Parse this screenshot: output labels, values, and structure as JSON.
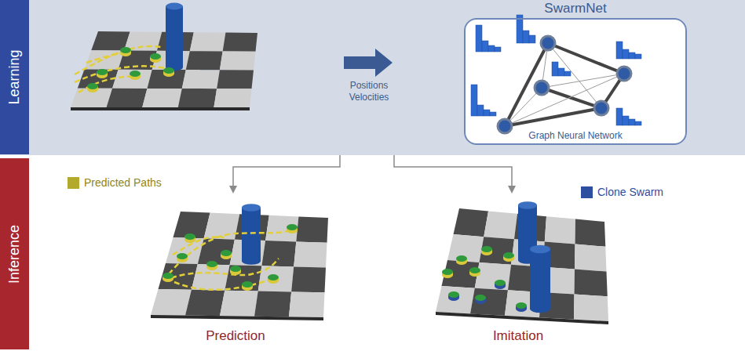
{
  "diagram": {
    "nodes": [
      {
        "text": [
          "Learning"
        ]
      },
      {
        "text": [
          "SwarmNet",
          "Graph Neural Network"
        ],
        "in": 0
      },
      {
        "text": [
          "Inference"
        ]
      }
    ],
    "labels": [
      "Positions Velocities",
      "Prediction",
      "Imitation"
    ],
    "legend": [
      {
        "text": "Predicted Paths",
        "color": "#b3a92c"
      },
      {
        "text": "Clone Swarm",
        "color": "#2e4ea0"
      }
    ]
  }
}
